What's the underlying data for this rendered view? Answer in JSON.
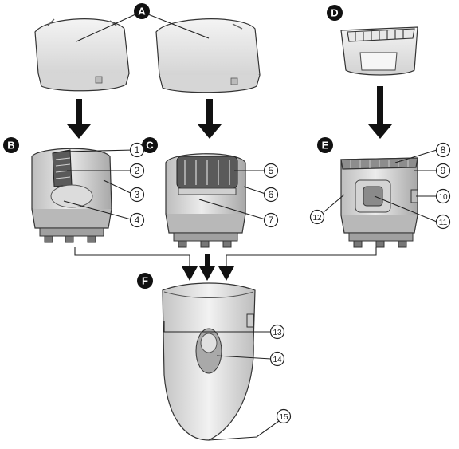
{
  "badges": {
    "a": "A",
    "b": "B",
    "c": "C",
    "d": "D",
    "e": "E",
    "f": "F"
  },
  "callouts": [
    "1",
    "2",
    "3",
    "4",
    "5",
    "6",
    "7",
    "8",
    "9",
    "10",
    "11",
    "12",
    "13",
    "14",
    "15"
  ],
  "colors": {
    "line": "#222222",
    "part_light": "#e6e6e6",
    "part_mid": "#cfcfcf",
    "part_dark": "#9a9a9a",
    "badge": "#111111"
  }
}
